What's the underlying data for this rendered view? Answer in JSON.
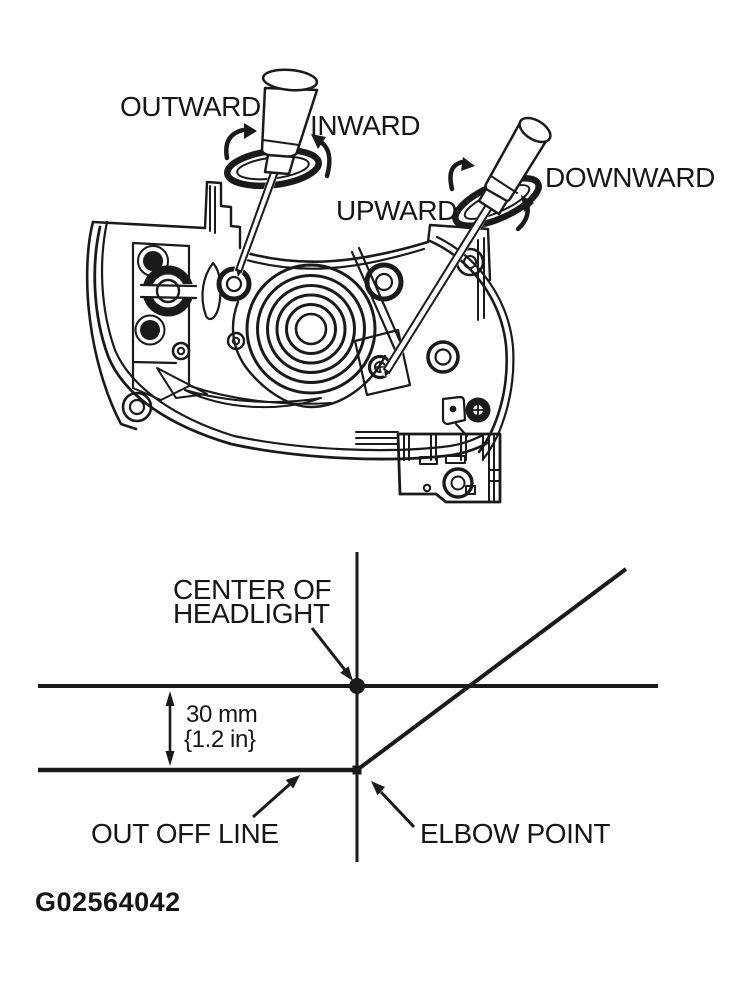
{
  "figure": {
    "adjustment": {
      "labels": {
        "outward": "OUTWARD",
        "inward": "INWARD",
        "upward": "UPWARD",
        "downward": "DOWNWARD"
      }
    },
    "aiming": {
      "center_label_line1": "CENTER OF",
      "center_label_line2": "HEADLIGHT",
      "distance_mm": "30 mm",
      "distance_in": "{1.2 in}",
      "cutoff_label": "OUT OFF LINE",
      "elbow_label": "ELBOW POINT"
    },
    "figure_id": "G02564042",
    "colors": {
      "ink": "#1a1a1a",
      "background": "#ffffff"
    }
  }
}
